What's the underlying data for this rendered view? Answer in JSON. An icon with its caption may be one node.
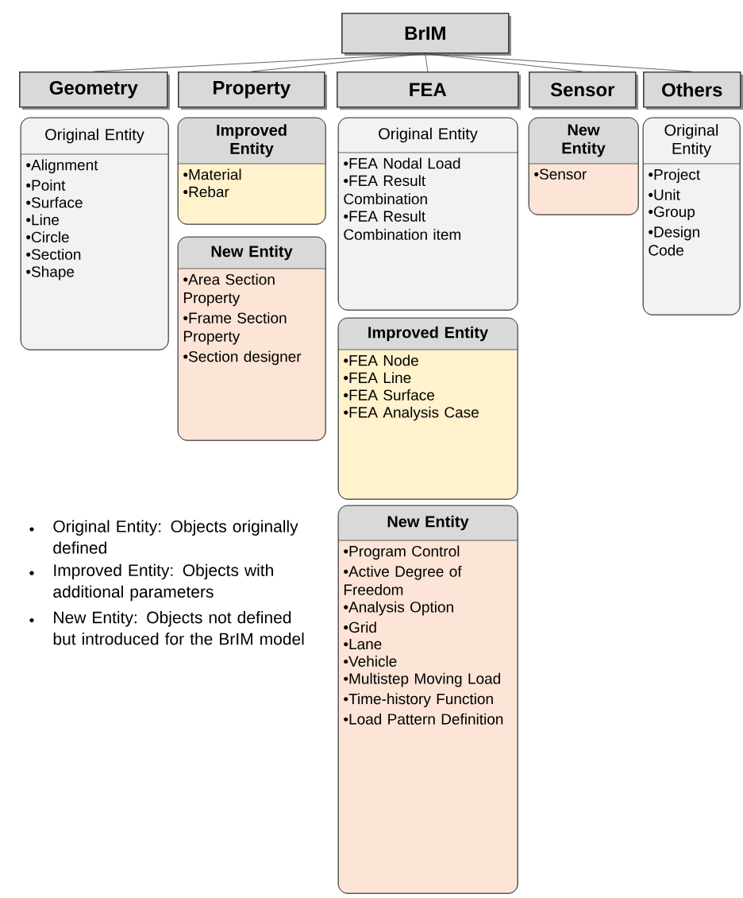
{
  "diagram": {
    "nodes": [
      {
        "text": [
          "BrIM"
        ]
      },
      {
        "text": [
          "Geometry"
        ]
      },
      {
        "text": [
          "Property"
        ]
      },
      {
        "text": [
          "FEA"
        ]
      },
      {
        "text": [
          "Sensor"
        ]
      },
      {
        "text": [
          "Others"
        ]
      },
      {
        "text": [
          "Original Entity",
          "•Alignment",
          "•Point",
          "•Surface",
          "•Line",
          "•Circle",
          "•Section",
          "•Shape"
        ]
      },
      {
        "text": [
          "Improved Entity",
          "•Material",
          "•Rebar"
        ]
      },
      {
        "text": [
          "New Entity",
          "•Area Section Property",
          "•Frame Section Property",
          "•Section designer"
        ]
      },
      {
        "text": [
          "Original Entity",
          "•FEA Nodal Load",
          "•FEA Result Combination",
          "•FEA Result Combination item"
        ]
      },
      {
        "text": [
          "Improved Entity",
          "•FEA Node",
          "•FEA Line",
          "•FEA Surface",
          "•FEA Analysis Case"
        ]
      },
      {
        "text": [
          "New Entity",
          "•Program Control",
          "•Active Degree of Freedom",
          "•Analysis Option",
          "•Grid",
          "•Lane",
          "•Vehicle",
          "•Multistep Moving Load",
          "•Time-history Function",
          "•Load Pattern Definition"
        ]
      },
      {
        "text": [
          "New Entity",
          "•Sensor"
        ]
      },
      {
        "text": [
          "Original Entity",
          "•Project",
          "•Unit",
          "•Group",
          "•Design Code"
        ]
      }
    ],
    "edges": [
      {
        "from": 0,
        "to": 1,
        "arrow": "none"
      },
      {
        "from": 0,
        "to": 2,
        "arrow": "none"
      },
      {
        "from": 0,
        "to": 3,
        "arrow": "none"
      },
      {
        "from": 0,
        "to": 4,
        "arrow": "none"
      },
      {
        "from": 0,
        "to": 5,
        "arrow": "none"
      }
    ],
    "labels": [
      "Original Entity: Objects originally defined",
      "Improved Entity: Objects with additional parameters",
      "New Entity: Objects not defined but introduced for the BrIM model"
    ]
  }
}
